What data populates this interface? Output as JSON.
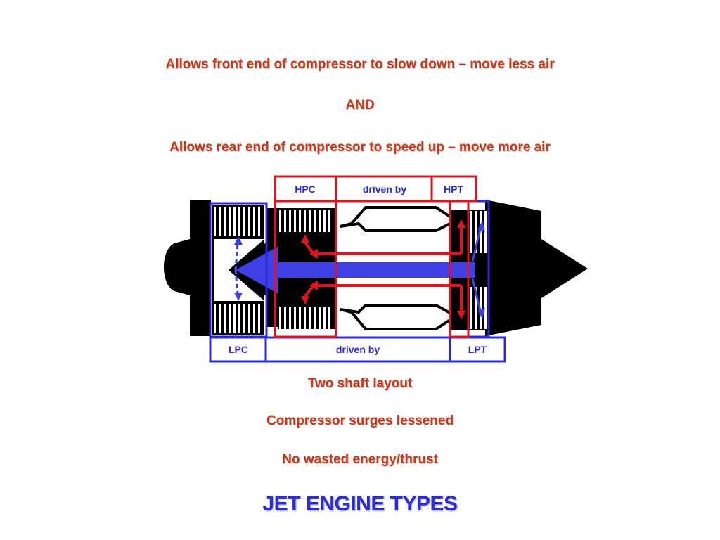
{
  "top": {
    "line1": "Allows front end of compressor to slow down – move less air",
    "and": "AND",
    "line2": "Allows rear end of compressor to speed up – move more air"
  },
  "diagram": {
    "hp_spool": {
      "compressor": "HPC",
      "relation": "driven by",
      "turbine": "HPT"
    },
    "lp_spool": {
      "compressor": "LPC",
      "relation": "driven by",
      "turbine": "LPT"
    },
    "colors": {
      "hp": "#e0141e",
      "lp": "#2b2bd9",
      "shaft": "#3f3fe6",
      "body": "#000000"
    }
  },
  "bottom": {
    "line1": "Two shaft layout",
    "line2": "Compressor surges lessened",
    "line3": "No wasted energy/thrust"
  },
  "title": "JET ENGINE TYPES"
}
